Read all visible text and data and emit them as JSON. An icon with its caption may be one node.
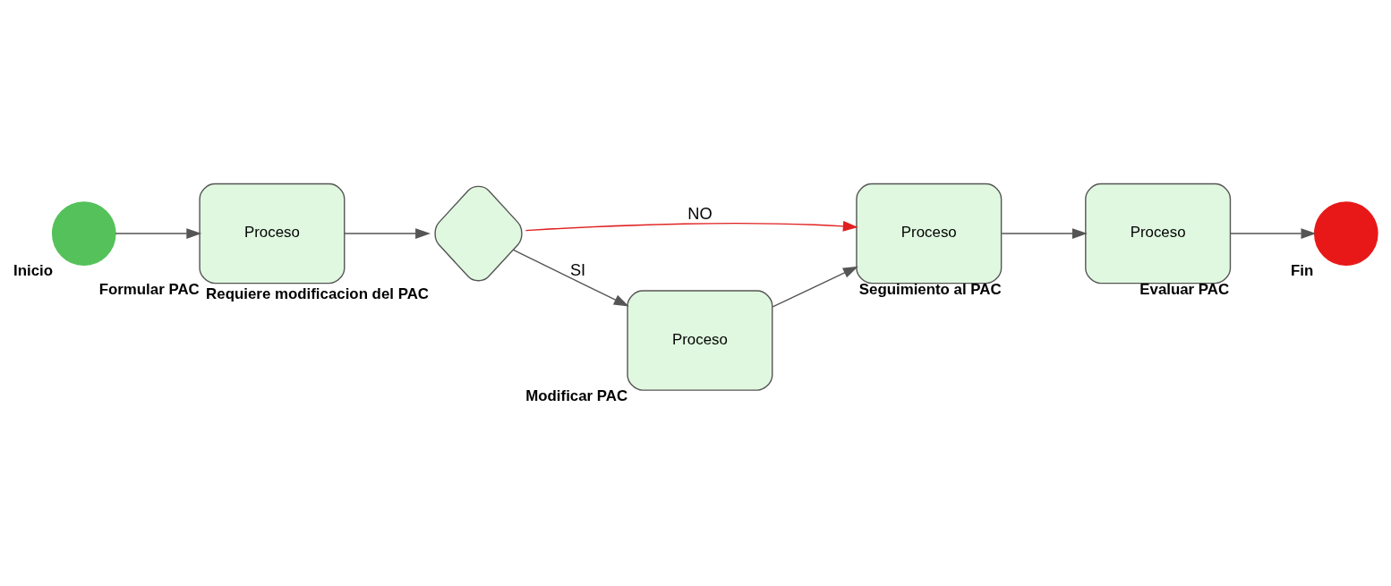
{
  "diagram": {
    "nodes": [
      {
        "text": [
          "Inicio"
        ]
      },
      {
        "text": [
          "Proceso",
          "Formular PAC"
        ]
      },
      {
        "text": [
          "Requiere modificacion del PAC"
        ]
      },
      {
        "text": [
          "Proceso",
          "Seguimiento al PAC"
        ]
      },
      {
        "text": [
          "Proceso",
          "Evaluar PAC"
        ]
      },
      {
        "text": [
          "Fin"
        ]
      },
      {
        "text": [
          "Proceso",
          "Modificar PAC"
        ]
      }
    ],
    "edges": [
      {
        "from": 0,
        "to": 1,
        "arrow": "to"
      },
      {
        "from": 1,
        "to": 2,
        "arrow": "to"
      },
      {
        "from": 2,
        "to": 3,
        "arrow": "to",
        "label": "NO",
        "color": "#e02020"
      },
      {
        "from": 2,
        "to": 6,
        "arrow": "to",
        "label": "SI"
      },
      {
        "from": 6,
        "to": 3,
        "arrow": "to"
      },
      {
        "from": 3,
        "to": 4,
        "arrow": "to"
      },
      {
        "from": 4,
        "to": 5,
        "arrow": "to"
      }
    ]
  }
}
